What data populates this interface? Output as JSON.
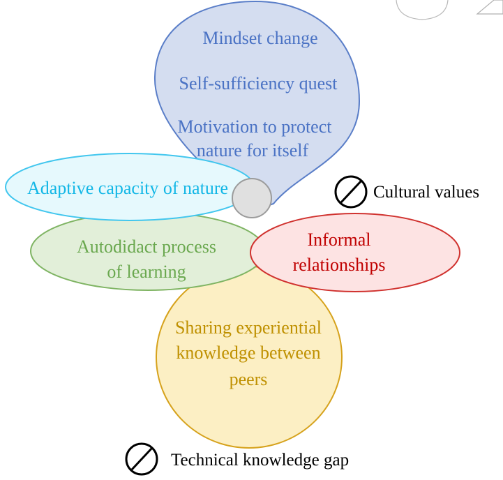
{
  "petals": {
    "blue": {
      "lines": [
        "Mindset change",
        "Self-sufficiency  quest",
        "Motivation to protect",
        "nature for itself"
      ],
      "color": "#4a72c4",
      "fill": "#d4ddf0",
      "stroke": "#5a7ec8"
    },
    "cyan": {
      "lines": [
        "Adaptive  capacity  of nature"
      ],
      "color": "#13b7e6",
      "fill": "#e6f9fd",
      "stroke": "#41c6ee"
    },
    "green": {
      "lines": [
        "Autodidact  process",
        "of learning"
      ],
      "color": "#6aa84f",
      "fill": "#e2efd9",
      "stroke": "#7fb463"
    },
    "red": {
      "lines": [
        "Informal",
        "relationships"
      ],
      "color": "#c00000",
      "fill": "#fde3e3",
      "stroke": "#d0322f"
    },
    "yellow": {
      "lines": [
        "Sharing  experiential",
        "knowledge  between",
        "peers"
      ],
      "color": "#bf9000",
      "fill": "#fcefc4",
      "stroke": "#d6a21c"
    }
  },
  "legend": {
    "cultural_values": "Cultural values",
    "technical_gap": "Technical  knowledge  gap"
  }
}
